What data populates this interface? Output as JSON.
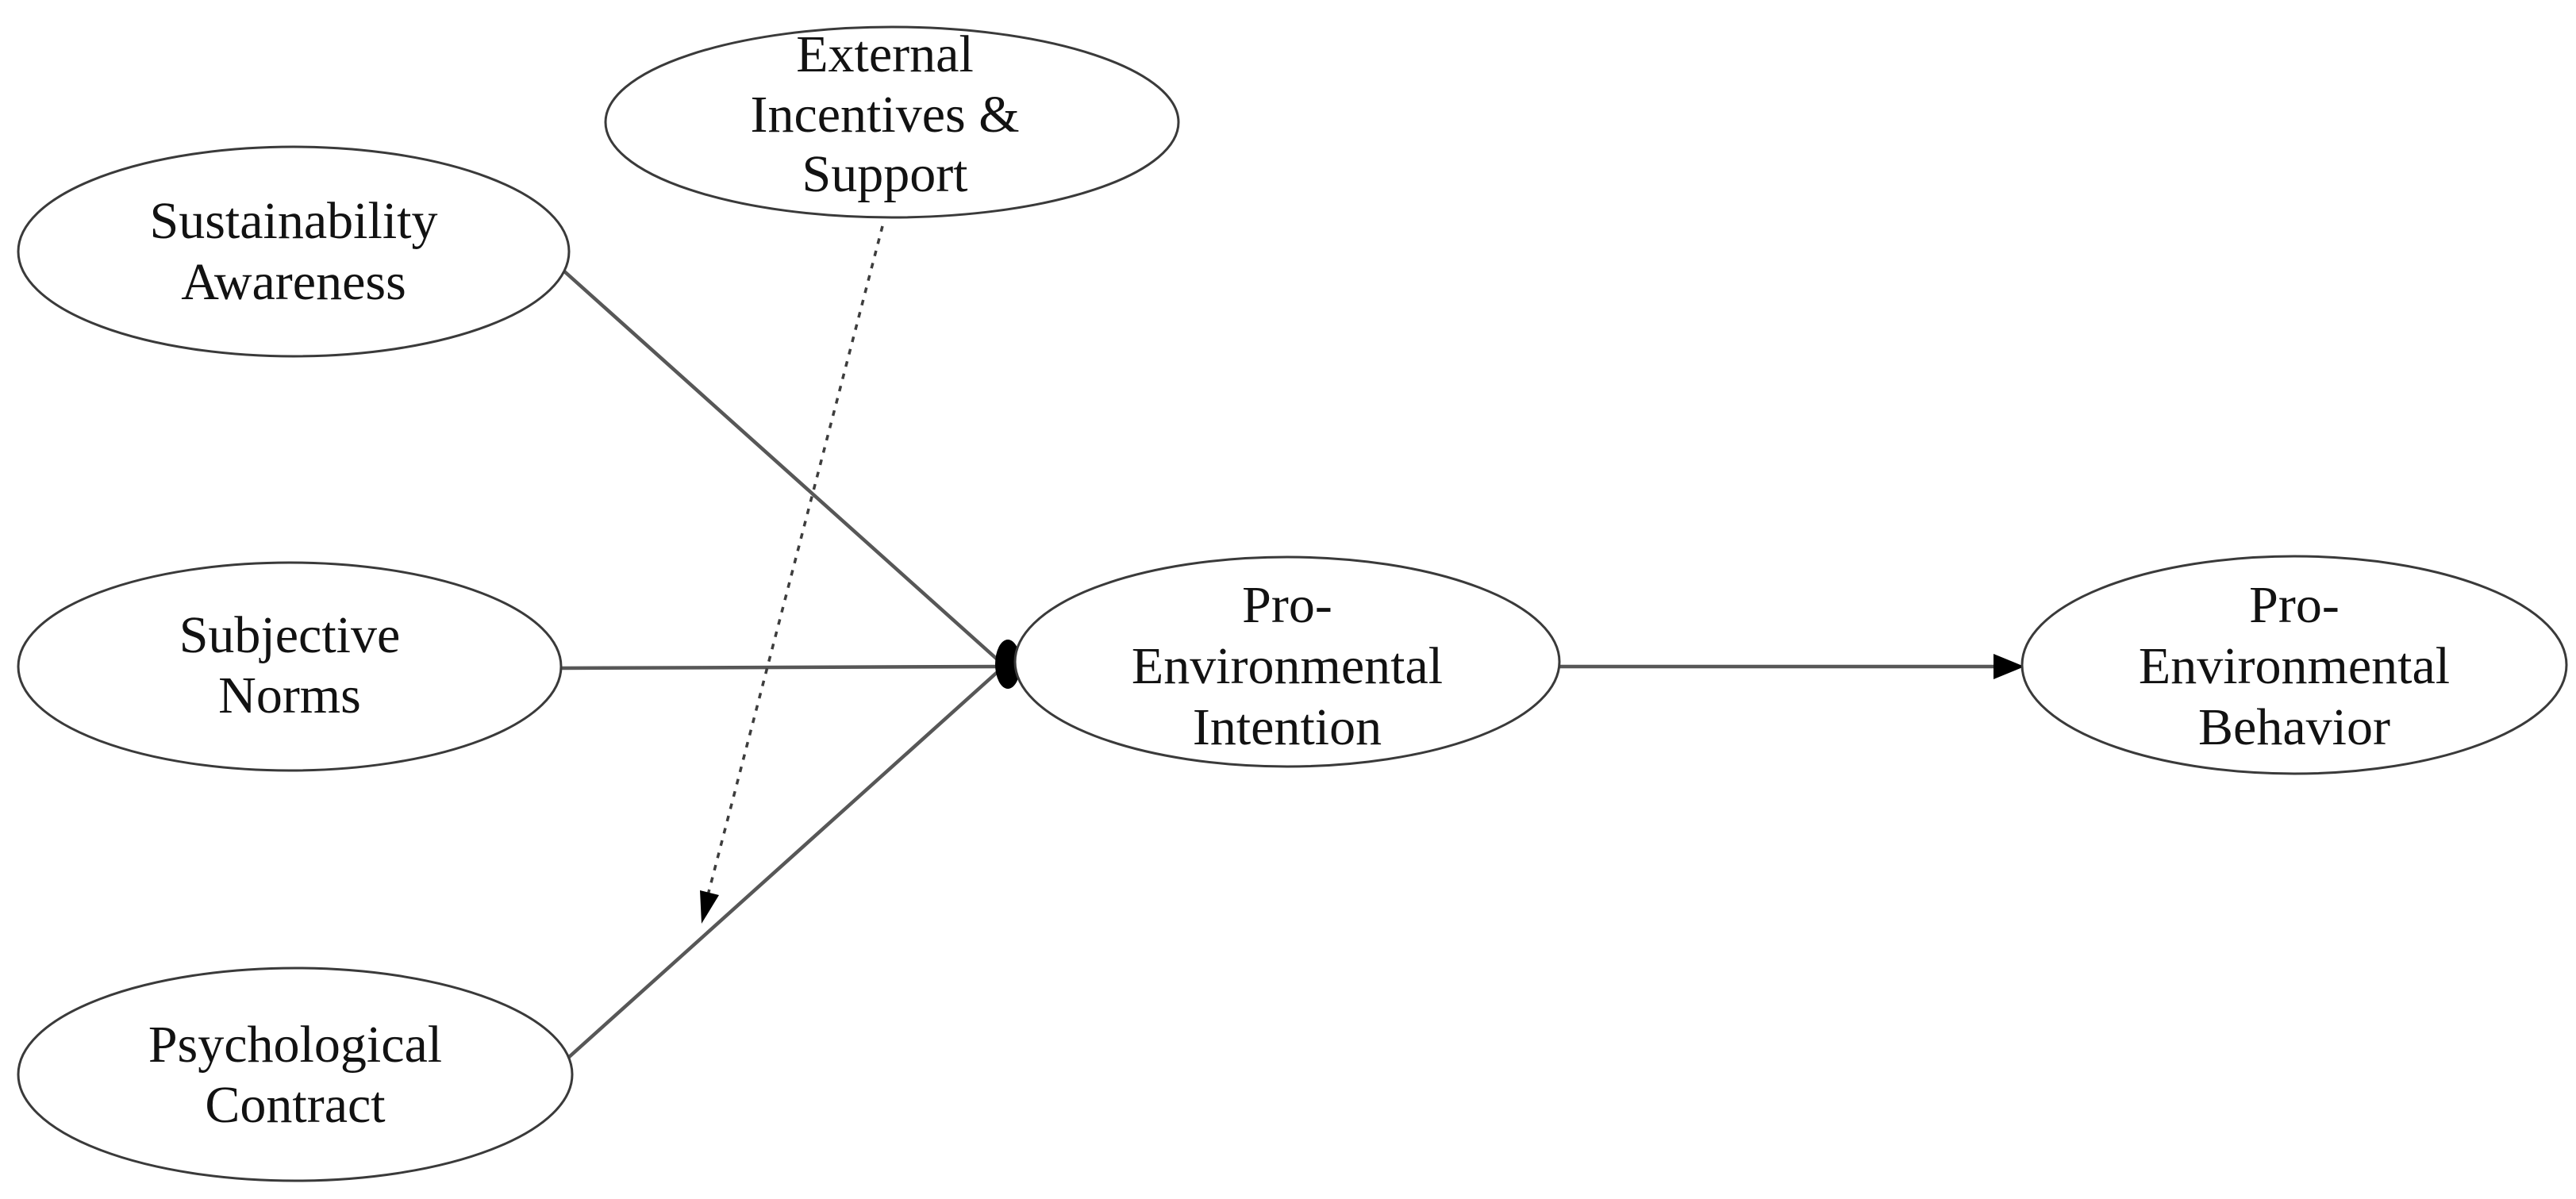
{
  "diagram": {
    "type": "structural-path-model",
    "background_color": "#ffffff",
    "node_fill_color": "#ffffff",
    "node_stroke_color": "#3a3a3a",
    "edge_color": "#575757",
    "dashed_edge_color": "#3d3d3d",
    "arrowhead_color": "#000000",
    "text_color": "#121212",
    "nodes": [
      {
        "id": "external-incentives-support",
        "shape": "ellipse",
        "label": "External Incentives & Support",
        "lines": [
          "External",
          "Incentives &",
          "Support"
        ]
      },
      {
        "id": "sustainability-awareness",
        "shape": "ellipse",
        "label": "Sustainability Awareness",
        "lines": [
          "Sustainability",
          "Awareness"
        ]
      },
      {
        "id": "subjective-norms",
        "shape": "ellipse",
        "label": "Subjective Norms",
        "lines": [
          "Subjective",
          "Norms"
        ]
      },
      {
        "id": "psychological-contract",
        "shape": "ellipse",
        "label": "Psychological Contract",
        "lines": [
          "Psychological",
          "Contract"
        ]
      },
      {
        "id": "pro-environmental-intention",
        "shape": "ellipse",
        "label": "Pro-Environmental Intention",
        "lines": [
          "Pro-",
          "Environmental",
          "Intention"
        ]
      },
      {
        "id": "pro-environmental-behavior",
        "shape": "ellipse",
        "label": "Pro-Environmental Behavior",
        "lines": [
          "Pro-",
          "Environmental",
          "Behavior"
        ]
      }
    ],
    "edges": [
      {
        "id": "sustainability-awareness-to-intention",
        "from": "sustainability-awareness",
        "to": "pro-environmental-intention",
        "line_style": "solid",
        "arrow": "filled"
      },
      {
        "id": "subjective-norms-to-intention",
        "from": "subjective-norms",
        "to": "pro-environmental-intention",
        "line_style": "solid",
        "arrow": "filled"
      },
      {
        "id": "psychological-contract-to-intention",
        "from": "psychological-contract",
        "to": "pro-environmental-intention",
        "line_style": "solid",
        "arrow": "filled"
      },
      {
        "id": "external-incentives-moderation",
        "from": "external-incentives-support",
        "to": "psychological-contract-to-intention-path",
        "line_style": "dashed",
        "arrow": "filled",
        "role": "moderation"
      },
      {
        "id": "intention-to-behavior",
        "from": "pro-environmental-intention",
        "to": "pro-environmental-behavior",
        "line_style": "solid",
        "arrow": "filled"
      }
    ]
  }
}
